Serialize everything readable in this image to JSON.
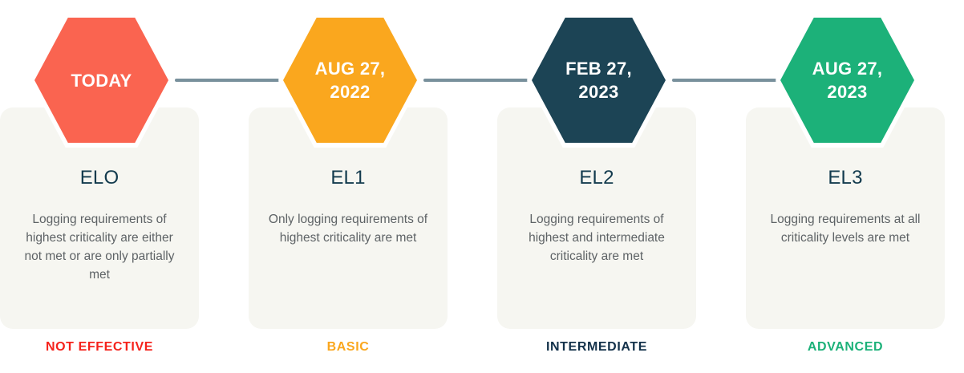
{
  "diagram": {
    "type": "timeline-roadmap",
    "background": "#ffffff",
    "card_background": "#f6f6f1",
    "connector_color": "#607d8b",
    "title_color": "#123a4d",
    "body_color": "#5e6366"
  },
  "stages": [
    {
      "marker_label": "TODAY",
      "marker_color": "#fa6450",
      "level": "ELO",
      "description": "Logging requirements of highest criticality are either not met or are only partially met",
      "maturity": "NOT EFFECTIVE",
      "maturity_color": "#f5221b"
    },
    {
      "marker_label": "AUG 27,\n2022",
      "marker_color": "#faa71e",
      "level": "EL1",
      "description": "Only logging requirements of highest criticality are met",
      "maturity": "BASIC",
      "maturity_color": "#faa71e"
    },
    {
      "marker_label": "FEB 27,\n2023",
      "marker_color": "#1c4455",
      "level": "EL2",
      "description": "Logging requirements of highest and intermediate criticality are met",
      "maturity": "INTERMEDIATE",
      "maturity_color": "#13314a"
    },
    {
      "marker_label": "AUG 27,\n2023",
      "marker_color": "#1cb179",
      "level": "EL3",
      "description": "Logging requirements at all criticality levels are met",
      "maturity": "ADVANCED",
      "maturity_color": "#1cb179"
    }
  ],
  "connectors": [
    {
      "from": "TODAY",
      "to": "AUG 27, 2022"
    },
    {
      "from": "AUG 27, 2022",
      "to": "FEB 27, 2023"
    },
    {
      "from": "FEB 27, 2023",
      "to": "AUG 27, 2023"
    }
  ]
}
